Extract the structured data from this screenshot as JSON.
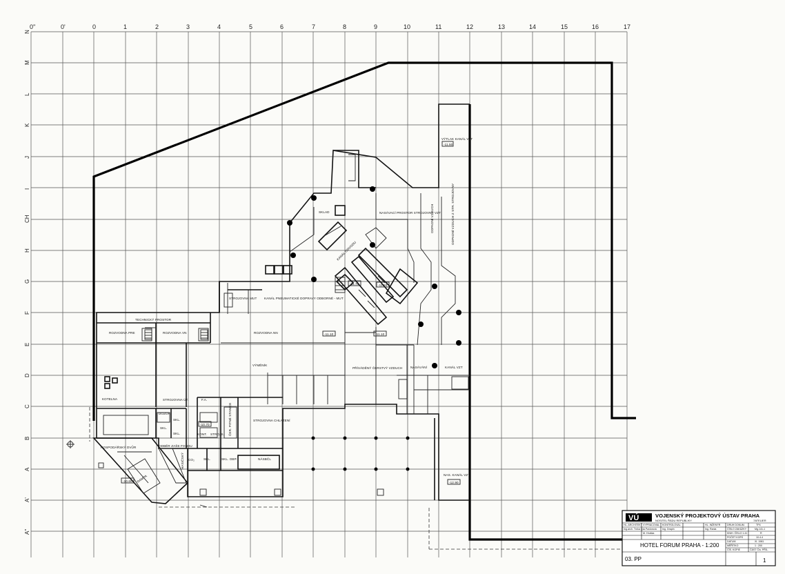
{
  "drawing": {
    "column_numbers": [
      "0''",
      "0'",
      "0",
      "1",
      "2",
      "3",
      "4",
      "5",
      "6",
      "7",
      "8",
      "9",
      "10",
      "11",
      "12",
      "13",
      "14",
      "15",
      "16",
      "17"
    ],
    "row_letters": [
      "N",
      "M",
      "L",
      "K",
      "J",
      "I",
      "CH",
      "H",
      "G",
      "F",
      "E",
      "D",
      "C",
      "B",
      "A",
      "A'",
      "A''"
    ]
  },
  "rooms": {
    "technicky_prostor": "TECHNICKÝ PROSTOR",
    "rozvodna_pre": "ROZVODNA PRE",
    "rozvodna_vn_left": "ROZVODNA VN",
    "rozvodna_nn": "ROZVODNA NN",
    "vymenik": "VÝMĚNÍK",
    "kotelna": "KOTELNA",
    "strojovna_ut": "STROJOVNA ÚT.",
    "dozor": "DOZOR",
    "skl_1": "SKL.",
    "skl_2": "SKL.",
    "skl_3": "SKL.",
    "skl_obp": "SKL. OBP.",
    "co2": "CO₂",
    "strojovna_chlazeni": "STROJOVNA CHLAZENÍ",
    "cerpaci_stanice": "ČER. PITNÉ STANICE",
    "strojovna_mut": "STROJOVNA MUT",
    "kanal_pneumaticke_dopravy": "KANÁL PNEUMATICKÉ DOPRAVY ODBORNÉ - MUT",
    "nasavaci_prostor": "NASÁVACÍ PROSTOR STROJOVNY VZT",
    "sklad": "SKLAD",
    "kanal_odvodu": "KANÁL ODVODU",
    "odpadni_vzduch": "ODPADNÍ VZDUCH",
    "odpadni_vzduch_2": "ODPADNÍ VZDUCH Z STR. STROJOVNY",
    "vytlak_kanal": "VÝTLAK KANÁL VZT",
    "privadeny_vzduch": "PŘÍVÁDĚNÝ ČERSTVÝ VZDUCH",
    "nasavani": "NASÁVÁNÍ",
    "kanal_vzt": "KANÁL VZT",
    "nas_kanal": "NAS. KANÁL VZT",
    "hospodarsky_dvur": "HOSPODÁŘSKÝ DVŮR",
    "odber_zase": "ODBĚR ZAŠE FONDU",
    "rampa": "RAMPA",
    "hasicsky": "HASIČSKÝ",
    "fa": "F.A.",
    "kontakt": "KONT.",
    "strojs": "STROJS.",
    "nasbol": "NÁSBČL"
  },
  "levels": {
    "lvl_1": "-11.50",
    "lvl_2": "-11.10",
    "lvl_3": "-11.10",
    "lvl_4": "-11.50",
    "lvl_5": "-10.60",
    "lvl_6": "-12.90",
    "lvl_7": "-10.70",
    "lvl_8": "-11.70"
  },
  "title_block": {
    "institute": "VOJENSKÝ PROJEKTOVÝ ÚSTAV PRAHA",
    "institute_sub": "NOSITEL ŘÁDU REPUBLIKY",
    "atelier": "7ATELIER",
    "rows_left": [
      "HL. ARCHITEKT",
      "Ing.arch. Trnka Q.s.",
      "",
      ""
    ],
    "rows_mid1": [
      "VYPRACOVAL",
      "J. Pavlorová",
      "M. Hruška",
      ""
    ],
    "rows_mid2": [
      "KONTROLOVAL",
      "Ing. Drapin",
      "",
      ""
    ],
    "rows_mid3": [
      "HL. INŽENÝR",
      "Ing. Rania",
      "",
      ""
    ],
    "rows_right_keys": [
      "DRUH DOKUM.",
      "ČÍSLO ZAKÁZKY",
      "KNIH. ČÍSLO 1.41",
      "POČET KOPIÍ",
      "DATUM",
      "MĚŘÍTKO",
      "ČÍS. KOPIE"
    ],
    "rows_right_vals": [
      "TP4",
      "Mg.141-1",
      "R",
      "10.4.4",
      "XI. 1981",
      "1 : 200",
      "ČÁST   Čís. PŘÍL."
    ],
    "project": "HOTEL FORUM PRAHA - 1:200",
    "sheet": "03. PP",
    "sheet_no": "1"
  }
}
